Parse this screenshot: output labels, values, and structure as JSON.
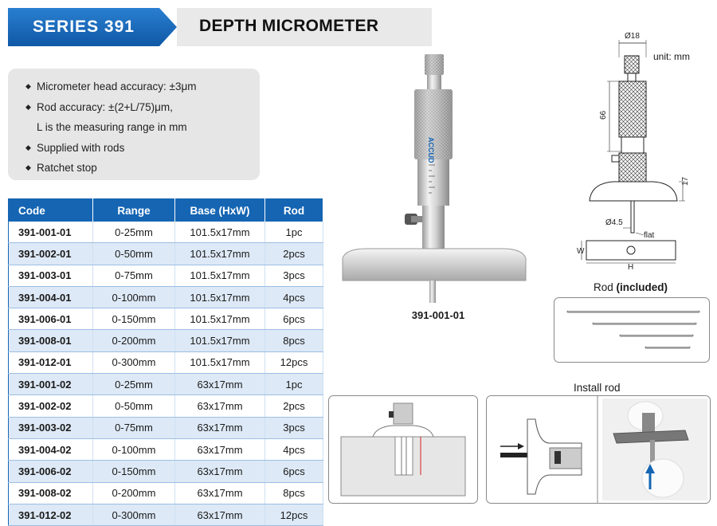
{
  "header": {
    "series": "SERIES 391",
    "title": "DEPTH MICROMETER"
  },
  "features": [
    "Micrometer head accuracy: ±3μm",
    "Rod accuracy: ±(2+L/75)μm,",
    "L is the measuring range in mm",
    "Supplied with rods",
    "Ratchet stop"
  ],
  "table": {
    "headers": [
      "Code",
      "Range",
      "Base (HxW)",
      "Rod"
    ],
    "rows": [
      [
        "391-001-01",
        "0-25mm",
        "101.5x17mm",
        "1pc"
      ],
      [
        "391-002-01",
        "0-50mm",
        "101.5x17mm",
        "2pcs"
      ],
      [
        "391-003-01",
        "0-75mm",
        "101.5x17mm",
        "3pcs"
      ],
      [
        "391-004-01",
        "0-100mm",
        "101.5x17mm",
        "4pcs"
      ],
      [
        "391-006-01",
        "0-150mm",
        "101.5x17mm",
        "6pcs"
      ],
      [
        "391-008-01",
        "0-200mm",
        "101.5x17mm",
        "8pcs"
      ],
      [
        "391-012-01",
        "0-300mm",
        "101.5x17mm",
        "12pcs"
      ],
      [
        "391-001-02",
        "0-25mm",
        "63x17mm",
        "1pc"
      ],
      [
        "391-002-02",
        "0-50mm",
        "63x17mm",
        "2pcs"
      ],
      [
        "391-003-02",
        "0-75mm",
        "63x17mm",
        "3pcs"
      ],
      [
        "391-004-02",
        "0-100mm",
        "63x17mm",
        "4pcs"
      ],
      [
        "391-006-02",
        "0-150mm",
        "63x17mm",
        "6pcs"
      ],
      [
        "391-008-02",
        "0-200mm",
        "63x17mm",
        "8pcs"
      ],
      [
        "391-012-02",
        "0-300mm",
        "63x17mm",
        "12pcs"
      ]
    ]
  },
  "product": {
    "caption": "391-001-01",
    "brand": "ACCUD"
  },
  "drawing": {
    "unit": "unit: mm",
    "dim_diameter": "Ø18",
    "dim_height": "66",
    "dim_base_height": "17",
    "dim_rod_diameter": "Ø4.5",
    "flat_label": "flat",
    "base_w_label": "W",
    "base_h_label": "H"
  },
  "rod": {
    "title_plain": "Rod ",
    "title_bold": "(included)"
  },
  "install": {
    "title": "Install rod"
  },
  "colors": {
    "brand_blue": "#1565b3",
    "row_alt": "#dde9f6"
  }
}
